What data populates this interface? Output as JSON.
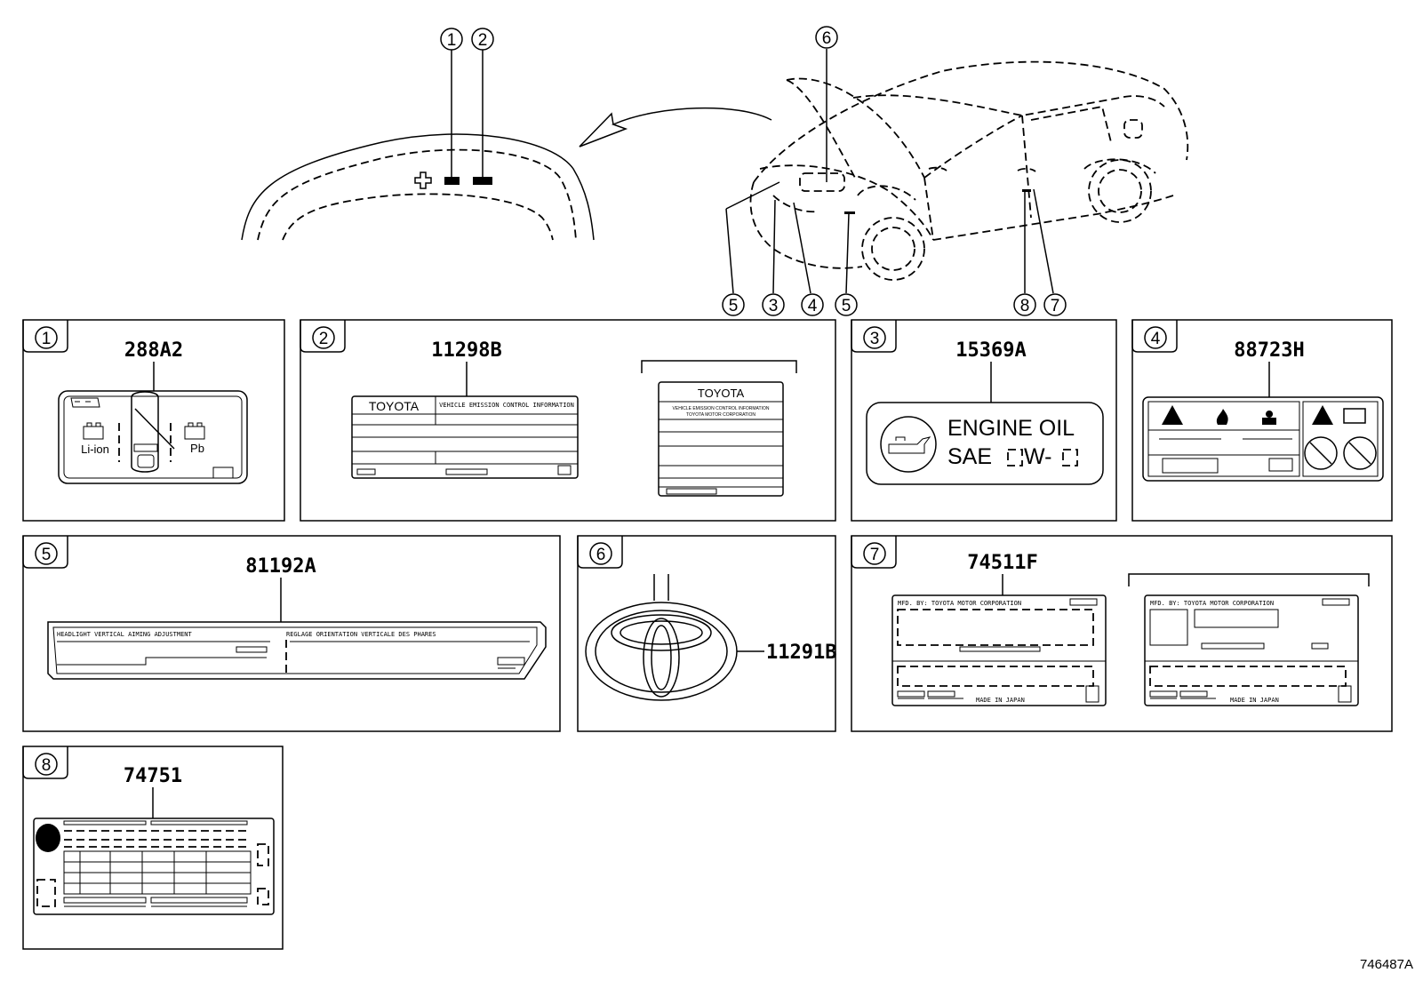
{
  "diagram_id": "746487A",
  "callouts": [
    "1",
    "2",
    "3",
    "4",
    "5",
    "6",
    "7",
    "8"
  ],
  "panels": [
    {
      "num": "1",
      "part": "288A2",
      "labels": [
        "Li-ion",
        "Pb"
      ]
    },
    {
      "num": "2",
      "part": "11298B",
      "labels": [
        "TOYOTA",
        "VEHICLE EMISSION CONTROL INFORMATION",
        "TOYOTA",
        "VEHICLE EMISSION CONTROL INFORMATION",
        "TOYOTA MOTOR CORPORATION"
      ]
    },
    {
      "num": "3",
      "part": "15369A",
      "labels": [
        "ENGINE OIL",
        "SAE",
        "W-"
      ]
    },
    {
      "num": "4",
      "part": "88723H",
      "labels": []
    },
    {
      "num": "5",
      "part": "81192A",
      "labels": [
        "HEADLIGHT VERTICAL AIMING ADJUSTMENT",
        "REGLAGE ORIENTATION VERTICALE DES PHARES"
      ]
    },
    {
      "num": "6",
      "part": "11291B",
      "labels": []
    },
    {
      "num": "7",
      "part": "74511F",
      "labels": [
        "MFD. BY: TOYOTA MOTOR CORPORATION",
        "MADE IN JAPAN",
        "MFD. BY: TOYOTA MOTOR CORPORATION",
        "MADE IN JAPAN"
      ]
    },
    {
      "num": "8",
      "part": "74751",
      "labels": []
    }
  ]
}
